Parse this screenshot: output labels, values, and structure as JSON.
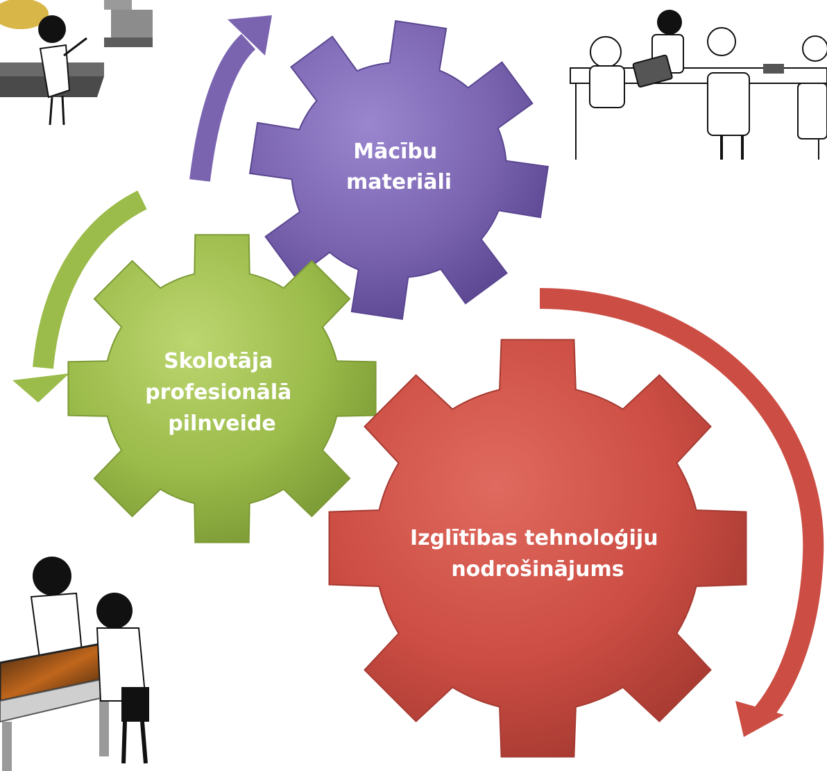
{
  "gears": [
    {
      "id": "purple",
      "lines": [
        "Mācību",
        "materiāli"
      ],
      "color": "#7a64b0",
      "icon": "gear-icon"
    },
    {
      "id": "green",
      "lines": [
        "Skolotāja",
        "profesionālā",
        "pilnveide"
      ],
      "color": "#9bbb4a",
      "icon": "gear-icon"
    },
    {
      "id": "red",
      "lines": [
        "Izglītības tehnoloģiju",
        "nodrošinājums"
      ],
      "color": "#cc4d43",
      "icon": "gear-icon"
    }
  ],
  "arrows": [
    {
      "id": "purple-arrow",
      "color": "#7a64b0",
      "icon": "curved-arrow-icon"
    },
    {
      "id": "green-arrow",
      "color": "#9bbb4a",
      "icon": "curved-arrow-icon"
    },
    {
      "id": "red-arrow",
      "color": "#cc4d43",
      "icon": "curved-arrow-icon"
    }
  ],
  "illustrations": [
    {
      "id": "teacher-at-board",
      "icon": "teacher-whiteboard-illustration"
    },
    {
      "id": "classroom-tablets",
      "icon": "students-tablets-illustration"
    },
    {
      "id": "children-touch-table",
      "icon": "children-touchtable-illustration"
    }
  ]
}
